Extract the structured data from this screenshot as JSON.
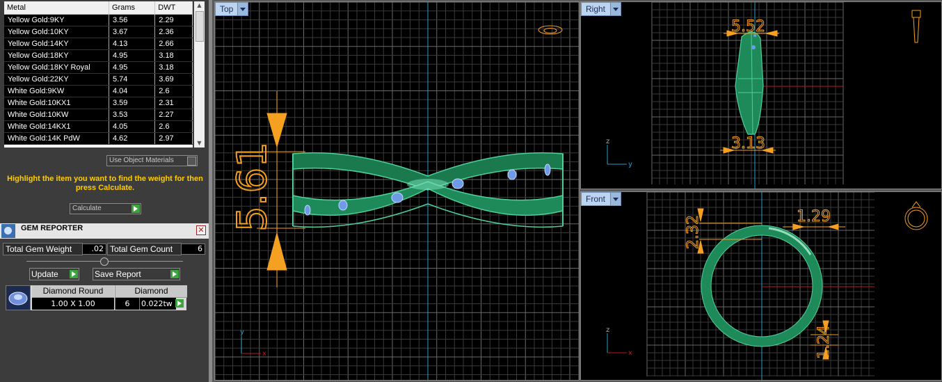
{
  "metal_table": {
    "headers": [
      "Metal",
      "Grams",
      "DWT"
    ],
    "rows": [
      [
        "Yellow Gold:9KY",
        "3.56",
        "2.29"
      ],
      [
        "Yellow Gold:10KY",
        "3.67",
        "2.36"
      ],
      [
        "Yellow Gold:14KY",
        "4.13",
        "2.66"
      ],
      [
        "Yellow Gold:18KY",
        "4.95",
        "3.18"
      ],
      [
        "Yellow Gold:18KY Royal",
        "4.95",
        "3.18"
      ],
      [
        "Yellow Gold:22KY",
        "5.74",
        "3.69"
      ],
      [
        "White Gold:9KW",
        "4.04",
        "2.6"
      ],
      [
        "White Gold:10KX1",
        "3.59",
        "2.31"
      ],
      [
        "White Gold:10KW",
        "3.53",
        "2.27"
      ],
      [
        "White Gold:14KX1",
        "4.05",
        "2.6"
      ],
      [
        "White Gold:14K PdW",
        "4.62",
        "2.97"
      ]
    ]
  },
  "controls": {
    "use_object_materials": "Use Object Materials",
    "hint": "Highlight the item you want to find the weight for then press Calculate.",
    "calculate": "Calculate"
  },
  "gem_reporter": {
    "title": "GEM REPORTER",
    "total_gem_weight_label": "Total Gem Weight",
    "total_gem_weight": ".02",
    "total_gem_count_label": "Total Gem Count",
    "total_gem_count": "6",
    "update": "Update",
    "save_report": "Save Report",
    "gem_headers": [
      "Diamond Round",
      "Diamond"
    ],
    "gem_row": {
      "size": "1.00 X 1.00",
      "count": "6",
      "weight": "0.022tw"
    }
  },
  "viewports": {
    "top": {
      "label": "Top",
      "dimension": "5.61",
      "axis_v": "y",
      "axis_h": "x"
    },
    "right": {
      "label": "Right",
      "dim_top": "5.52",
      "dim_bottom": "3.13",
      "axis_v": "z",
      "axis_h": "y"
    },
    "front": {
      "label": "Front",
      "dim_a": "2.32",
      "dim_b": "1.29",
      "dim_c": "1.24",
      "axis_v": "z",
      "axis_h": "x"
    }
  },
  "colors": {
    "ring": "#1e8a5a",
    "dimension": "#f5a020",
    "viewport_bg": "#000000",
    "grid": "#3a3a3a",
    "axis_red": "#c01818",
    "axis_blue": "#2aa0c8"
  }
}
